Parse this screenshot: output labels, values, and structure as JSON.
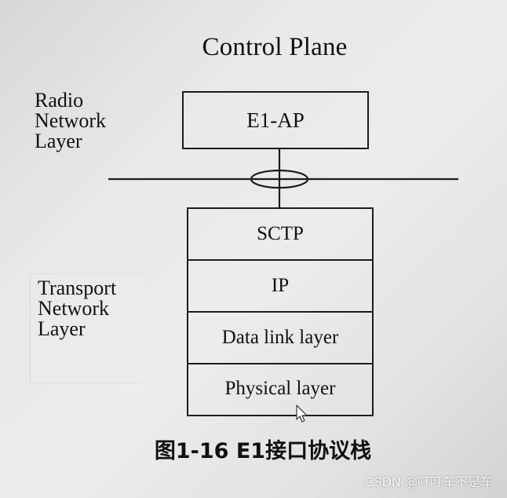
{
  "title": "Control Plane",
  "radio_network_layer": [
    "Radio",
    "Network",
    "Layer"
  ],
  "transport_network_layer": [
    "Transport",
    "Network",
    "Layer"
  ],
  "top_protocol": "E1-AP",
  "stack_layers": [
    "SCTP",
    "IP",
    "Data link layer",
    "Physical layer"
  ],
  "caption": "图1-16  E1接口协议栈",
  "watermark": "CSDN @叮叮车不是车"
}
